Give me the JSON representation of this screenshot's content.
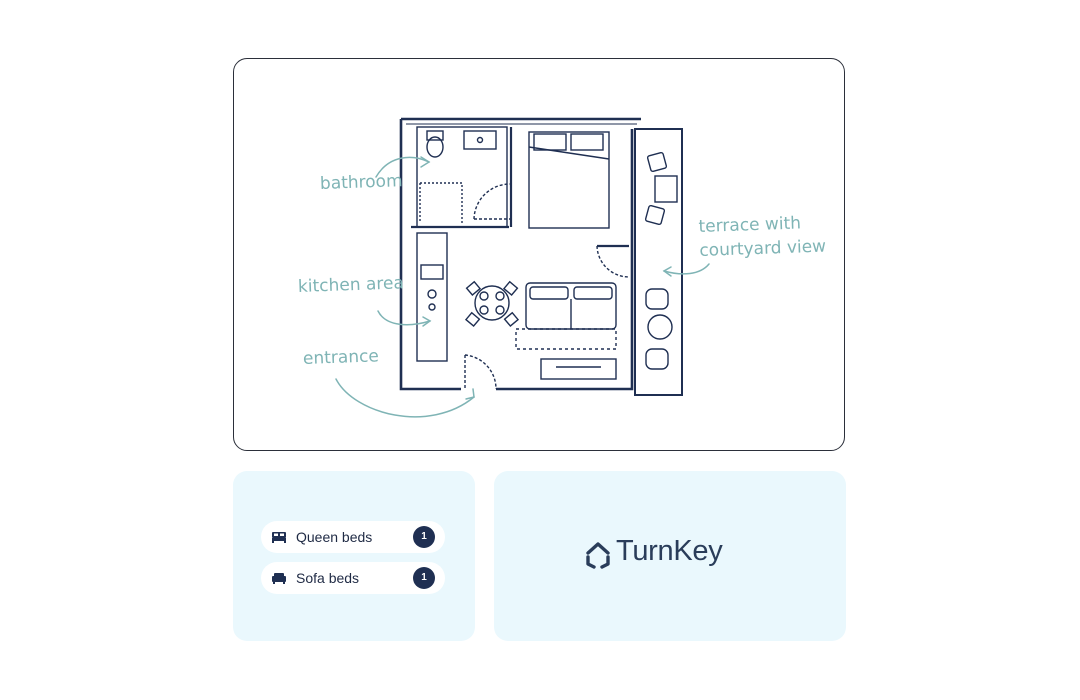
{
  "floorplan": {
    "labels": {
      "bathroom": "bathroom",
      "kitchen": "kitchen area",
      "entrance": "entrance",
      "terrace_line1": "terrace with",
      "terrace_line2": "courtyard view"
    },
    "colors": {
      "walls": "#1f2f52",
      "annotation": "#7fb4b5",
      "card_border": "#2b2f3a"
    }
  },
  "beds": {
    "items": [
      {
        "label": "Queen beds",
        "count": "1",
        "icon": "bed-icon"
      },
      {
        "label": "Sofa beds",
        "count": "1",
        "icon": "sofa-icon"
      }
    ],
    "colors": {
      "panel_bg": "#eaf8fd",
      "badge_bg": "#1f2f52"
    }
  },
  "brand": {
    "name": "TurnKey",
    "icon": "house-logo-icon",
    "color": "#2a3d5a"
  }
}
